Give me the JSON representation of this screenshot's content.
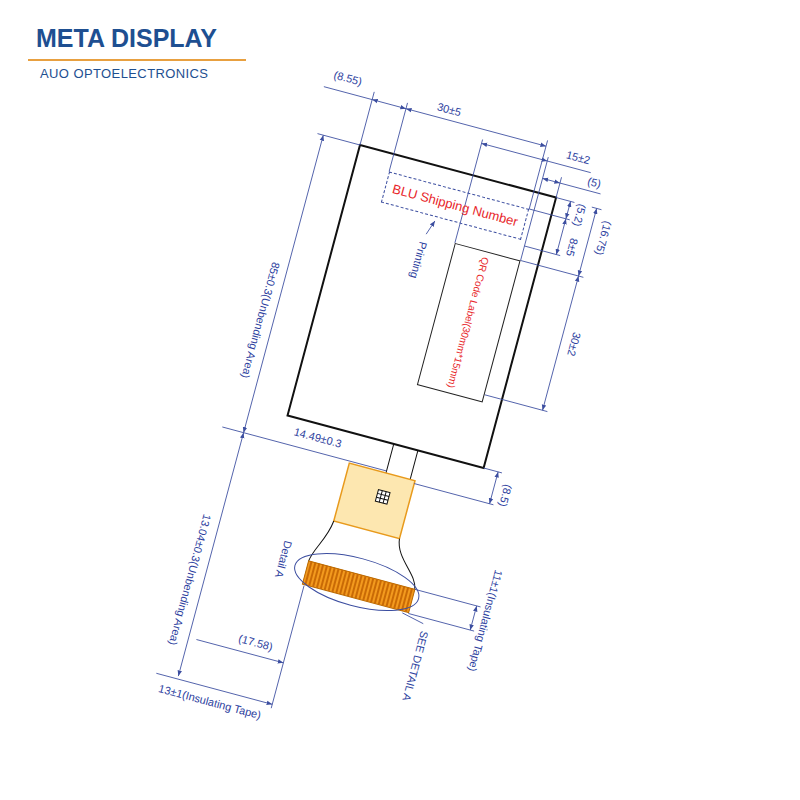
{
  "diagram": {
    "title": "META DISPLAY",
    "nodes": [
      {
        "text": [
          "BLU Shipping Number"
        ]
      },
      {
        "text": [
          "QR Code Label(30mm*15mm)"
        ]
      }
    ],
    "labels": [
      "AUO OPTOELECTRONICS",
      "(8.55)",
      "30±5",
      "15±2",
      "(5)",
      "(5.2)",
      "8±5",
      "(16.75)",
      "Printing",
      "30±2",
      "85±0.3(Unbending Area)",
      "14.49±0.3",
      "(8.5)",
      "13.04±0.3(Unbending Area)",
      "Detail A",
      "11±1(Insulating Tape)",
      "(17.58)",
      "SEE DETAIL A",
      "13±1(Insulating Tape)"
    ]
  }
}
